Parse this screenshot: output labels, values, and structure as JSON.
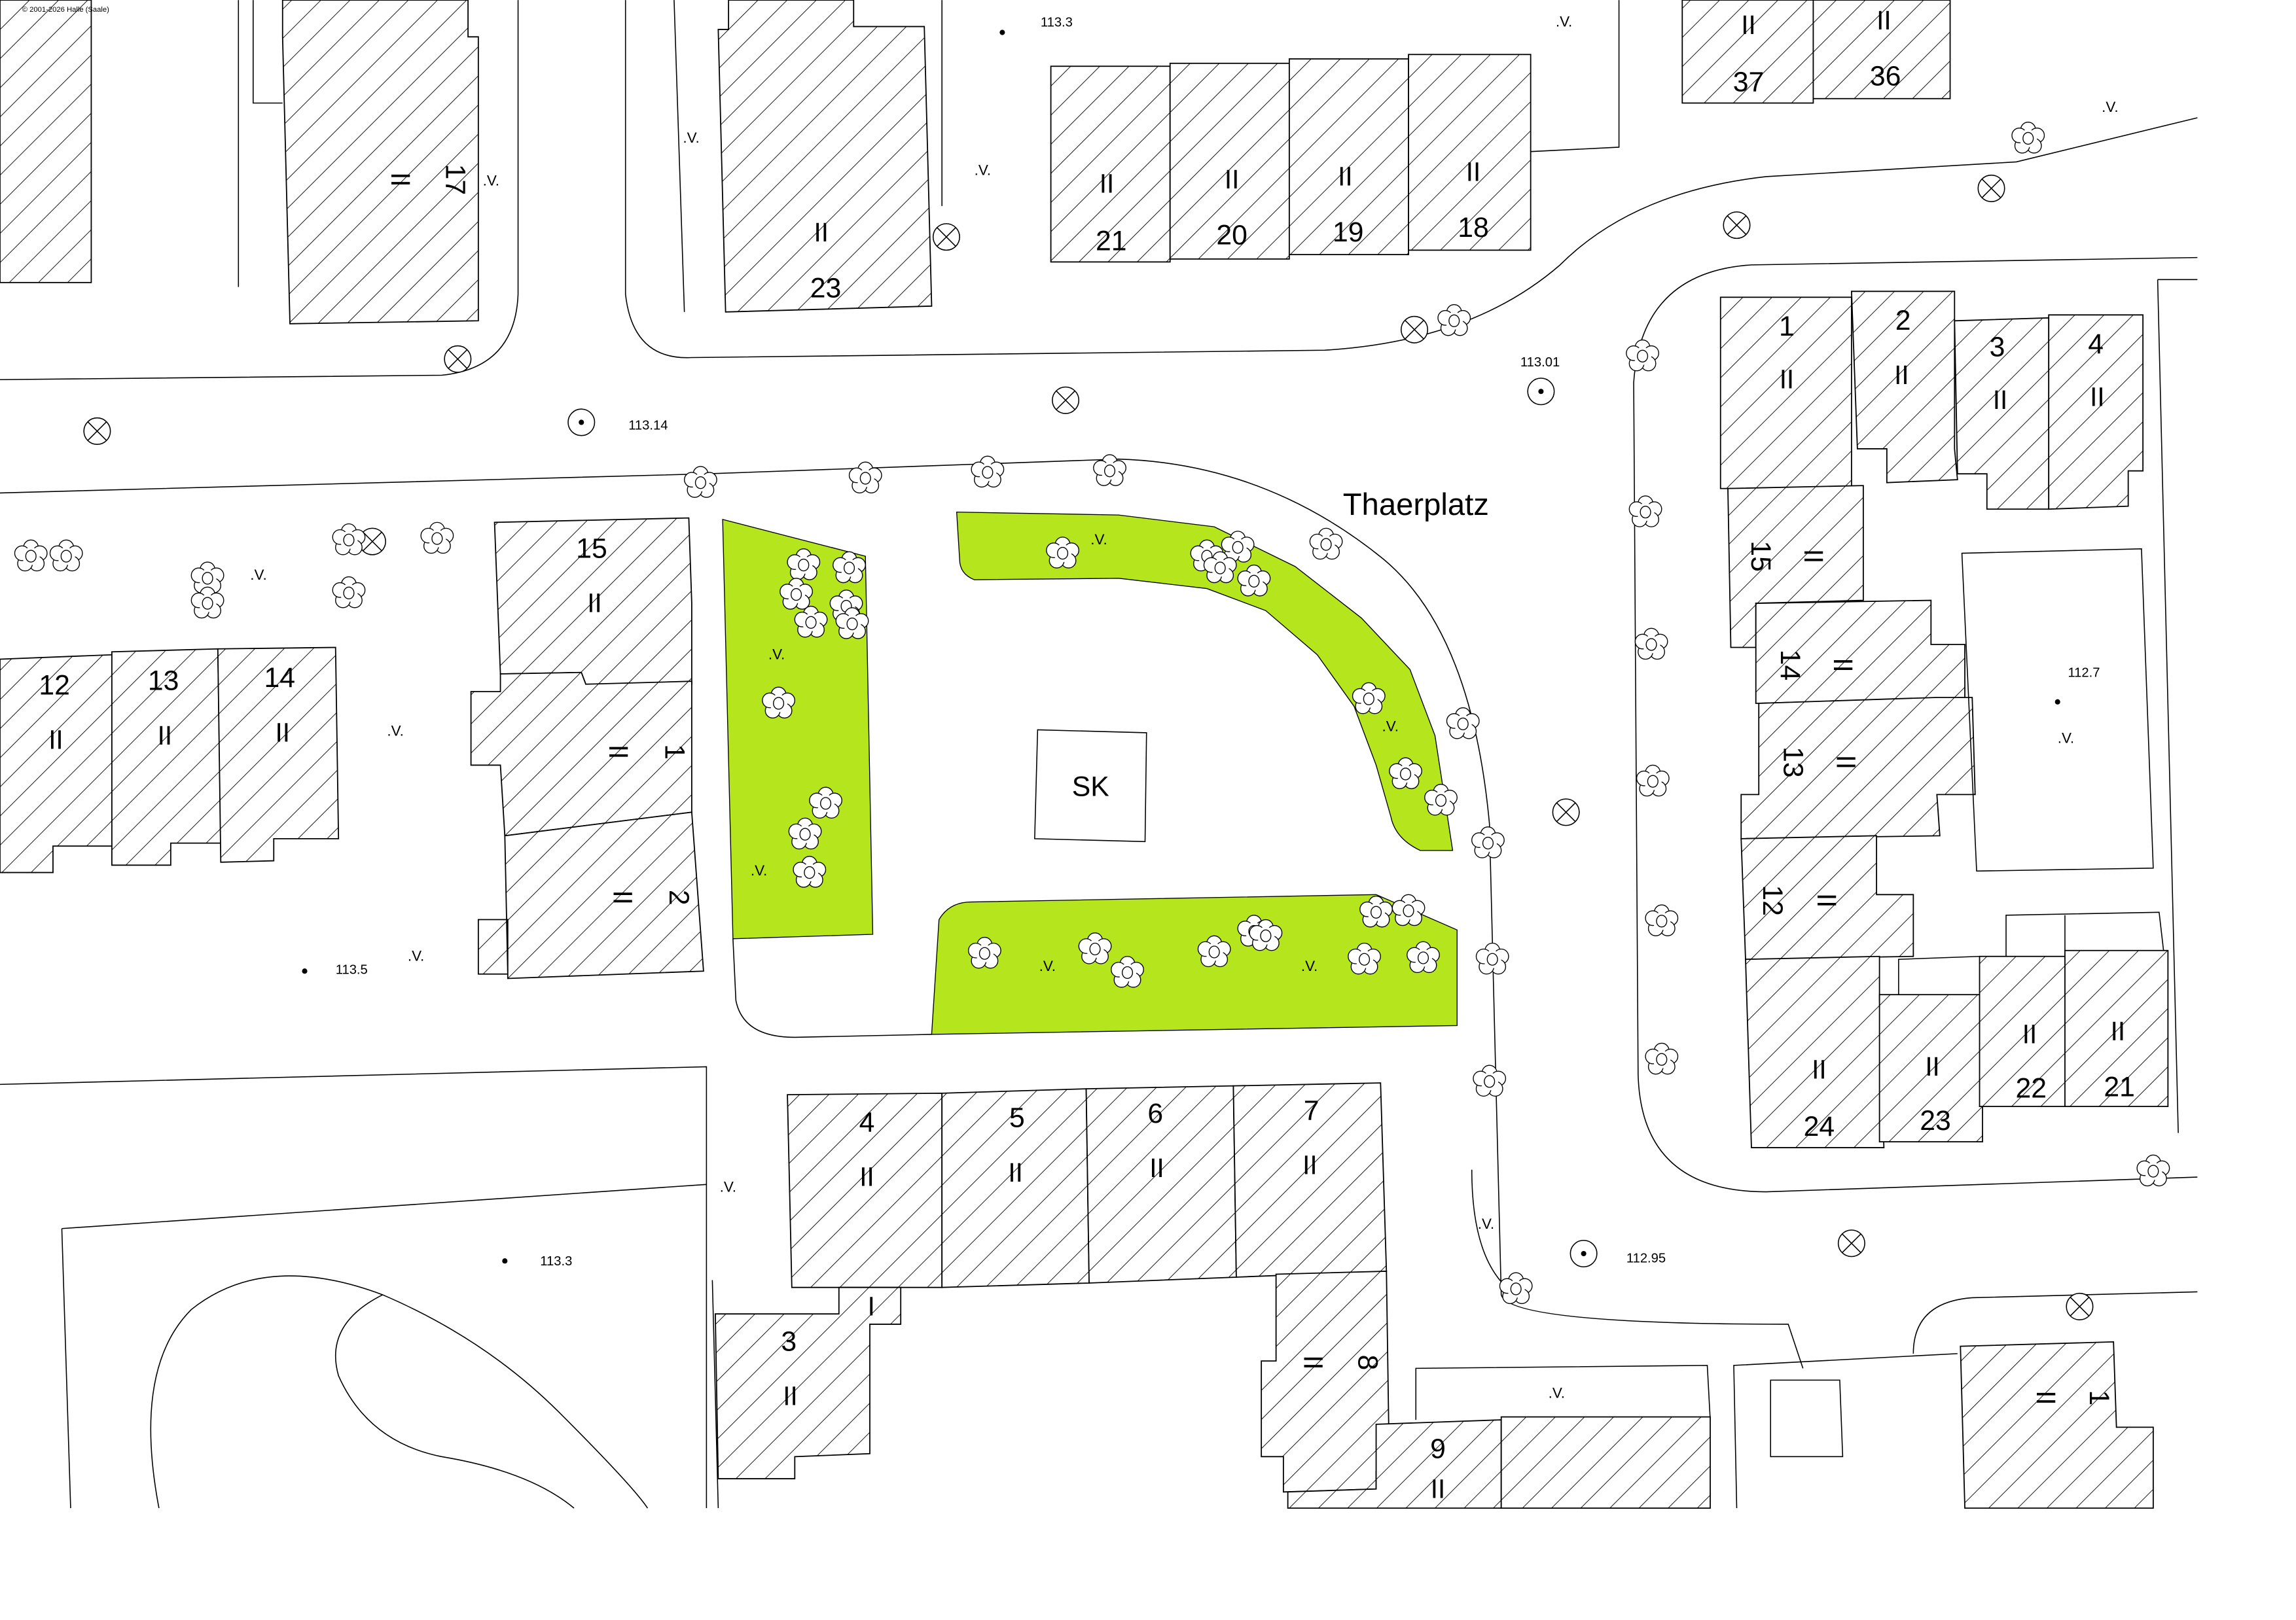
{
  "copyright": "© 2001-2026 Halle (Saale)",
  "colors": {
    "green_area": "#b5e61d",
    "lines": "#000000",
    "background": "#ffffff"
  },
  "square": {
    "name": "Thaerplatz",
    "feature_label": "SK"
  },
  "elevations": [
    "113.3",
    "113.14",
    "113.01",
    "112.7",
    "113.5",
    "113.3",
    "112.95"
  ],
  "marker": ".V.",
  "buildings": {
    "b17": {
      "number": "17",
      "floors": "II"
    },
    "b23n": {
      "number": "23",
      "floors": "II"
    },
    "b21n": {
      "number": "21",
      "floors": "II"
    },
    "b20n": {
      "number": "20",
      "floors": "II"
    },
    "b19n": {
      "number": "19",
      "floors": "II"
    },
    "b18n": {
      "number": "18",
      "floors": "II"
    },
    "b37": {
      "number": "37",
      "floors": "II"
    },
    "b36": {
      "number": "36",
      "floors": "II"
    },
    "r1": {
      "number": "1",
      "floors": "II"
    },
    "r2": {
      "number": "2",
      "floors": "II"
    },
    "r3": {
      "number": "3",
      "floors": "II"
    },
    "r4": {
      "number": "4",
      "floors": "II"
    },
    "r15": {
      "number": "15",
      "floors": "II"
    },
    "r14": {
      "number": "14",
      "floors": "II"
    },
    "r13": {
      "number": "13",
      "floors": "II"
    },
    "r12": {
      "number": "12",
      "floors": "II"
    },
    "r24": {
      "number": "24",
      "floors": "II"
    },
    "r23": {
      "number": "23",
      "floors": "II"
    },
    "r22": {
      "number": "22",
      "floors": "II"
    },
    "r21": {
      "number": "21",
      "floors": "II"
    },
    "l12": {
      "number": "12",
      "floors": "II"
    },
    "l13": {
      "number": "13",
      "floors": "II"
    },
    "l14": {
      "number": "14",
      "floors": "II"
    },
    "m15": {
      "number": "15",
      "floors": "II"
    },
    "m1": {
      "number": "1",
      "floors": "II"
    },
    "m2": {
      "number": "2",
      "floors": "II"
    },
    "s4": {
      "number": "4",
      "floors": "II"
    },
    "s5": {
      "number": "5",
      "floors": "II"
    },
    "s6": {
      "number": "6",
      "floors": "II"
    },
    "s7": {
      "number": "7",
      "floors": "II"
    },
    "s8": {
      "number": "8",
      "floors": "II"
    },
    "s3": {
      "number": "3",
      "floors": "II"
    },
    "s3a": {
      "floors": "I"
    },
    "s9": {
      "number": "9",
      "floors": "II"
    },
    "br1": {
      "number": "1",
      "floors": "II"
    }
  }
}
